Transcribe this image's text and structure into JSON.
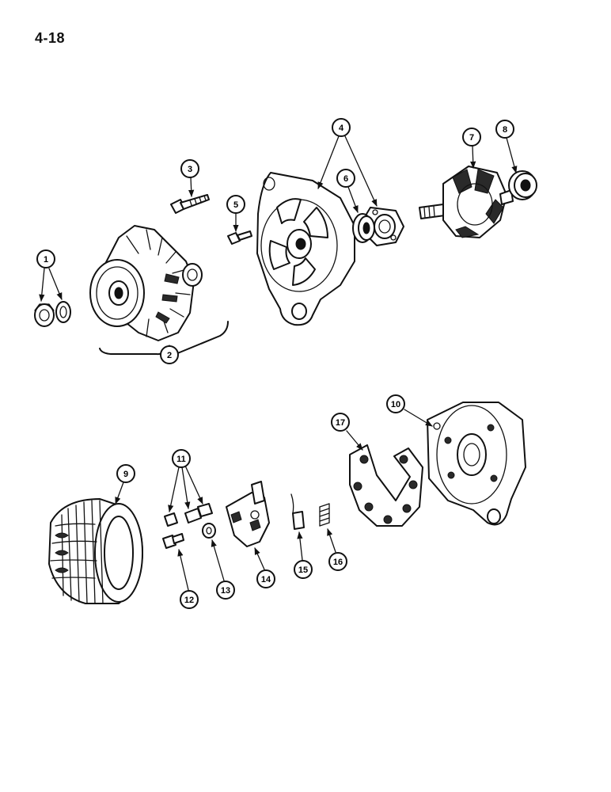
{
  "page": {
    "number": "4-18"
  },
  "callouts": {
    "c1": "1",
    "c2": "2",
    "c3": "3",
    "c4": "4",
    "c5": "5",
    "c6": "6",
    "c7": "7",
    "c8": "8",
    "c9": "9",
    "c10": "10",
    "c11": "11",
    "c12": "12",
    "c13": "13",
    "c14": "14",
    "c15": "15",
    "c16": "16",
    "c17": "17"
  },
  "colors": {
    "ink": "#111111",
    "paper": "#ffffff"
  }
}
